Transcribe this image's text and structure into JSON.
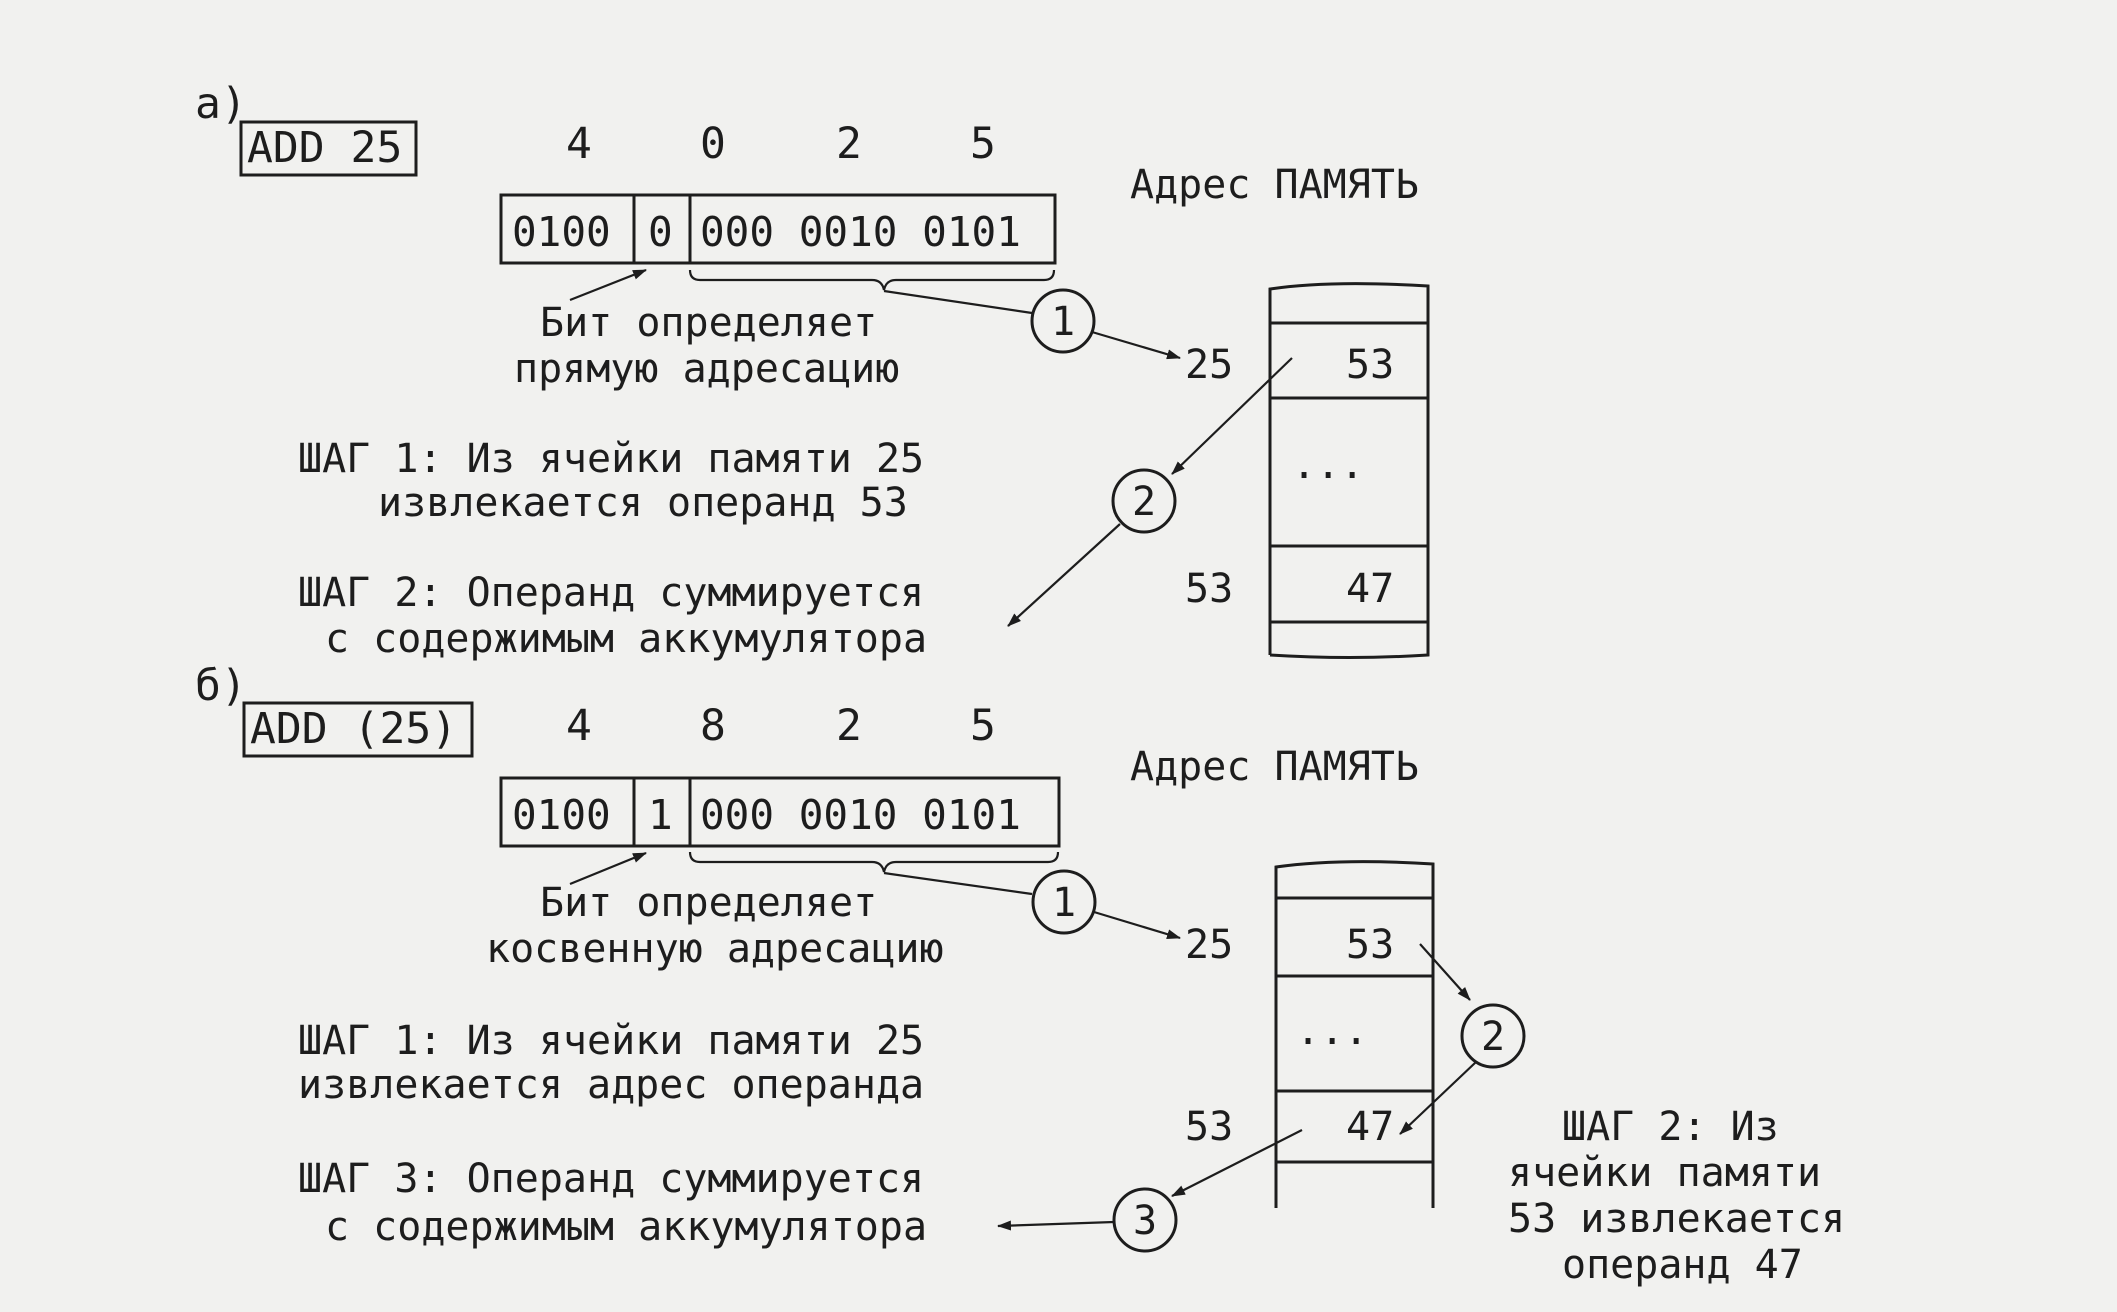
{
  "part_a": {
    "label": "а)",
    "instruction": "ADD 25",
    "hex_digits": [
      "4",
      "0",
      "2",
      "5"
    ],
    "bits": {
      "opcode": "0100",
      "mode": "0",
      "address": "000 0010 0101"
    },
    "bit_note": [
      "Бит определяет",
      "прямую адресацию"
    ],
    "memory_header": "Адрес ПАМЯТЬ",
    "memory": [
      {
        "address": "25",
        "value": "53"
      },
      {
        "address": "",
        "value": "..."
      },
      {
        "address": "53",
        "value": "47"
      }
    ],
    "markers": [
      "1",
      "2"
    ],
    "step1": [
      "ШАГ 1: Из ячейки памяти 25",
      "извлекается операнд 53"
    ],
    "step2": [
      "ШАГ 2: Операнд суммируется",
      "с содержимым аккумулятора"
    ]
  },
  "part_b": {
    "label": "б)",
    "instruction": "ADD (25)",
    "hex_digits": [
      "4",
      "8",
      "2",
      "5"
    ],
    "bits": {
      "opcode": "0100",
      "mode": "1",
      "address": "000 0010 0101"
    },
    "bit_note": [
      "Бит определяет",
      "косвенную адресацию"
    ],
    "memory_header": "Адрес ПАМЯТЬ",
    "memory": [
      {
        "address": "25",
        "value": "53"
      },
      {
        "address": "",
        "value": "..."
      },
      {
        "address": "53",
        "value": "47"
      }
    ],
    "markers": [
      "1",
      "2",
      "3"
    ],
    "step1": [
      "ШАГ 1: Из ячейки памяти 25",
      "извлекается адрес операнда"
    ],
    "step2": [
      "ШАГ 2:  Из",
      "ячейки  памяти",
      "53 извлекается",
      "операнд 47"
    ],
    "step3": [
      "ШАГ 3: Операнд суммируется",
      "с содержимым аккумулятора"
    ]
  }
}
